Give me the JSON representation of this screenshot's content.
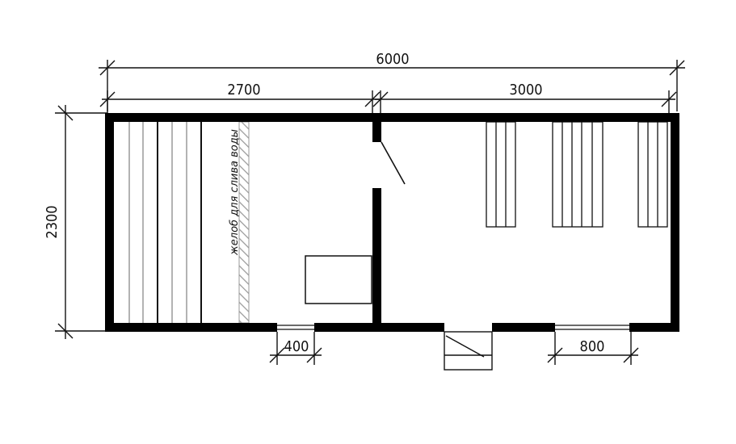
{
  "plan": {
    "dimensions": {
      "total_length": "6000",
      "left_room_length": "2700",
      "right_room_length": "3000",
      "height": "2300",
      "window_width": "400",
      "door_width": "800"
    },
    "annotations": {
      "drain_channel": "желоб для слива воды"
    },
    "colors": {
      "wall": "#000000",
      "line": "#111111",
      "bench_line": "#9a9a9a",
      "hatch": "#999999",
      "background": "#ffffff"
    }
  }
}
